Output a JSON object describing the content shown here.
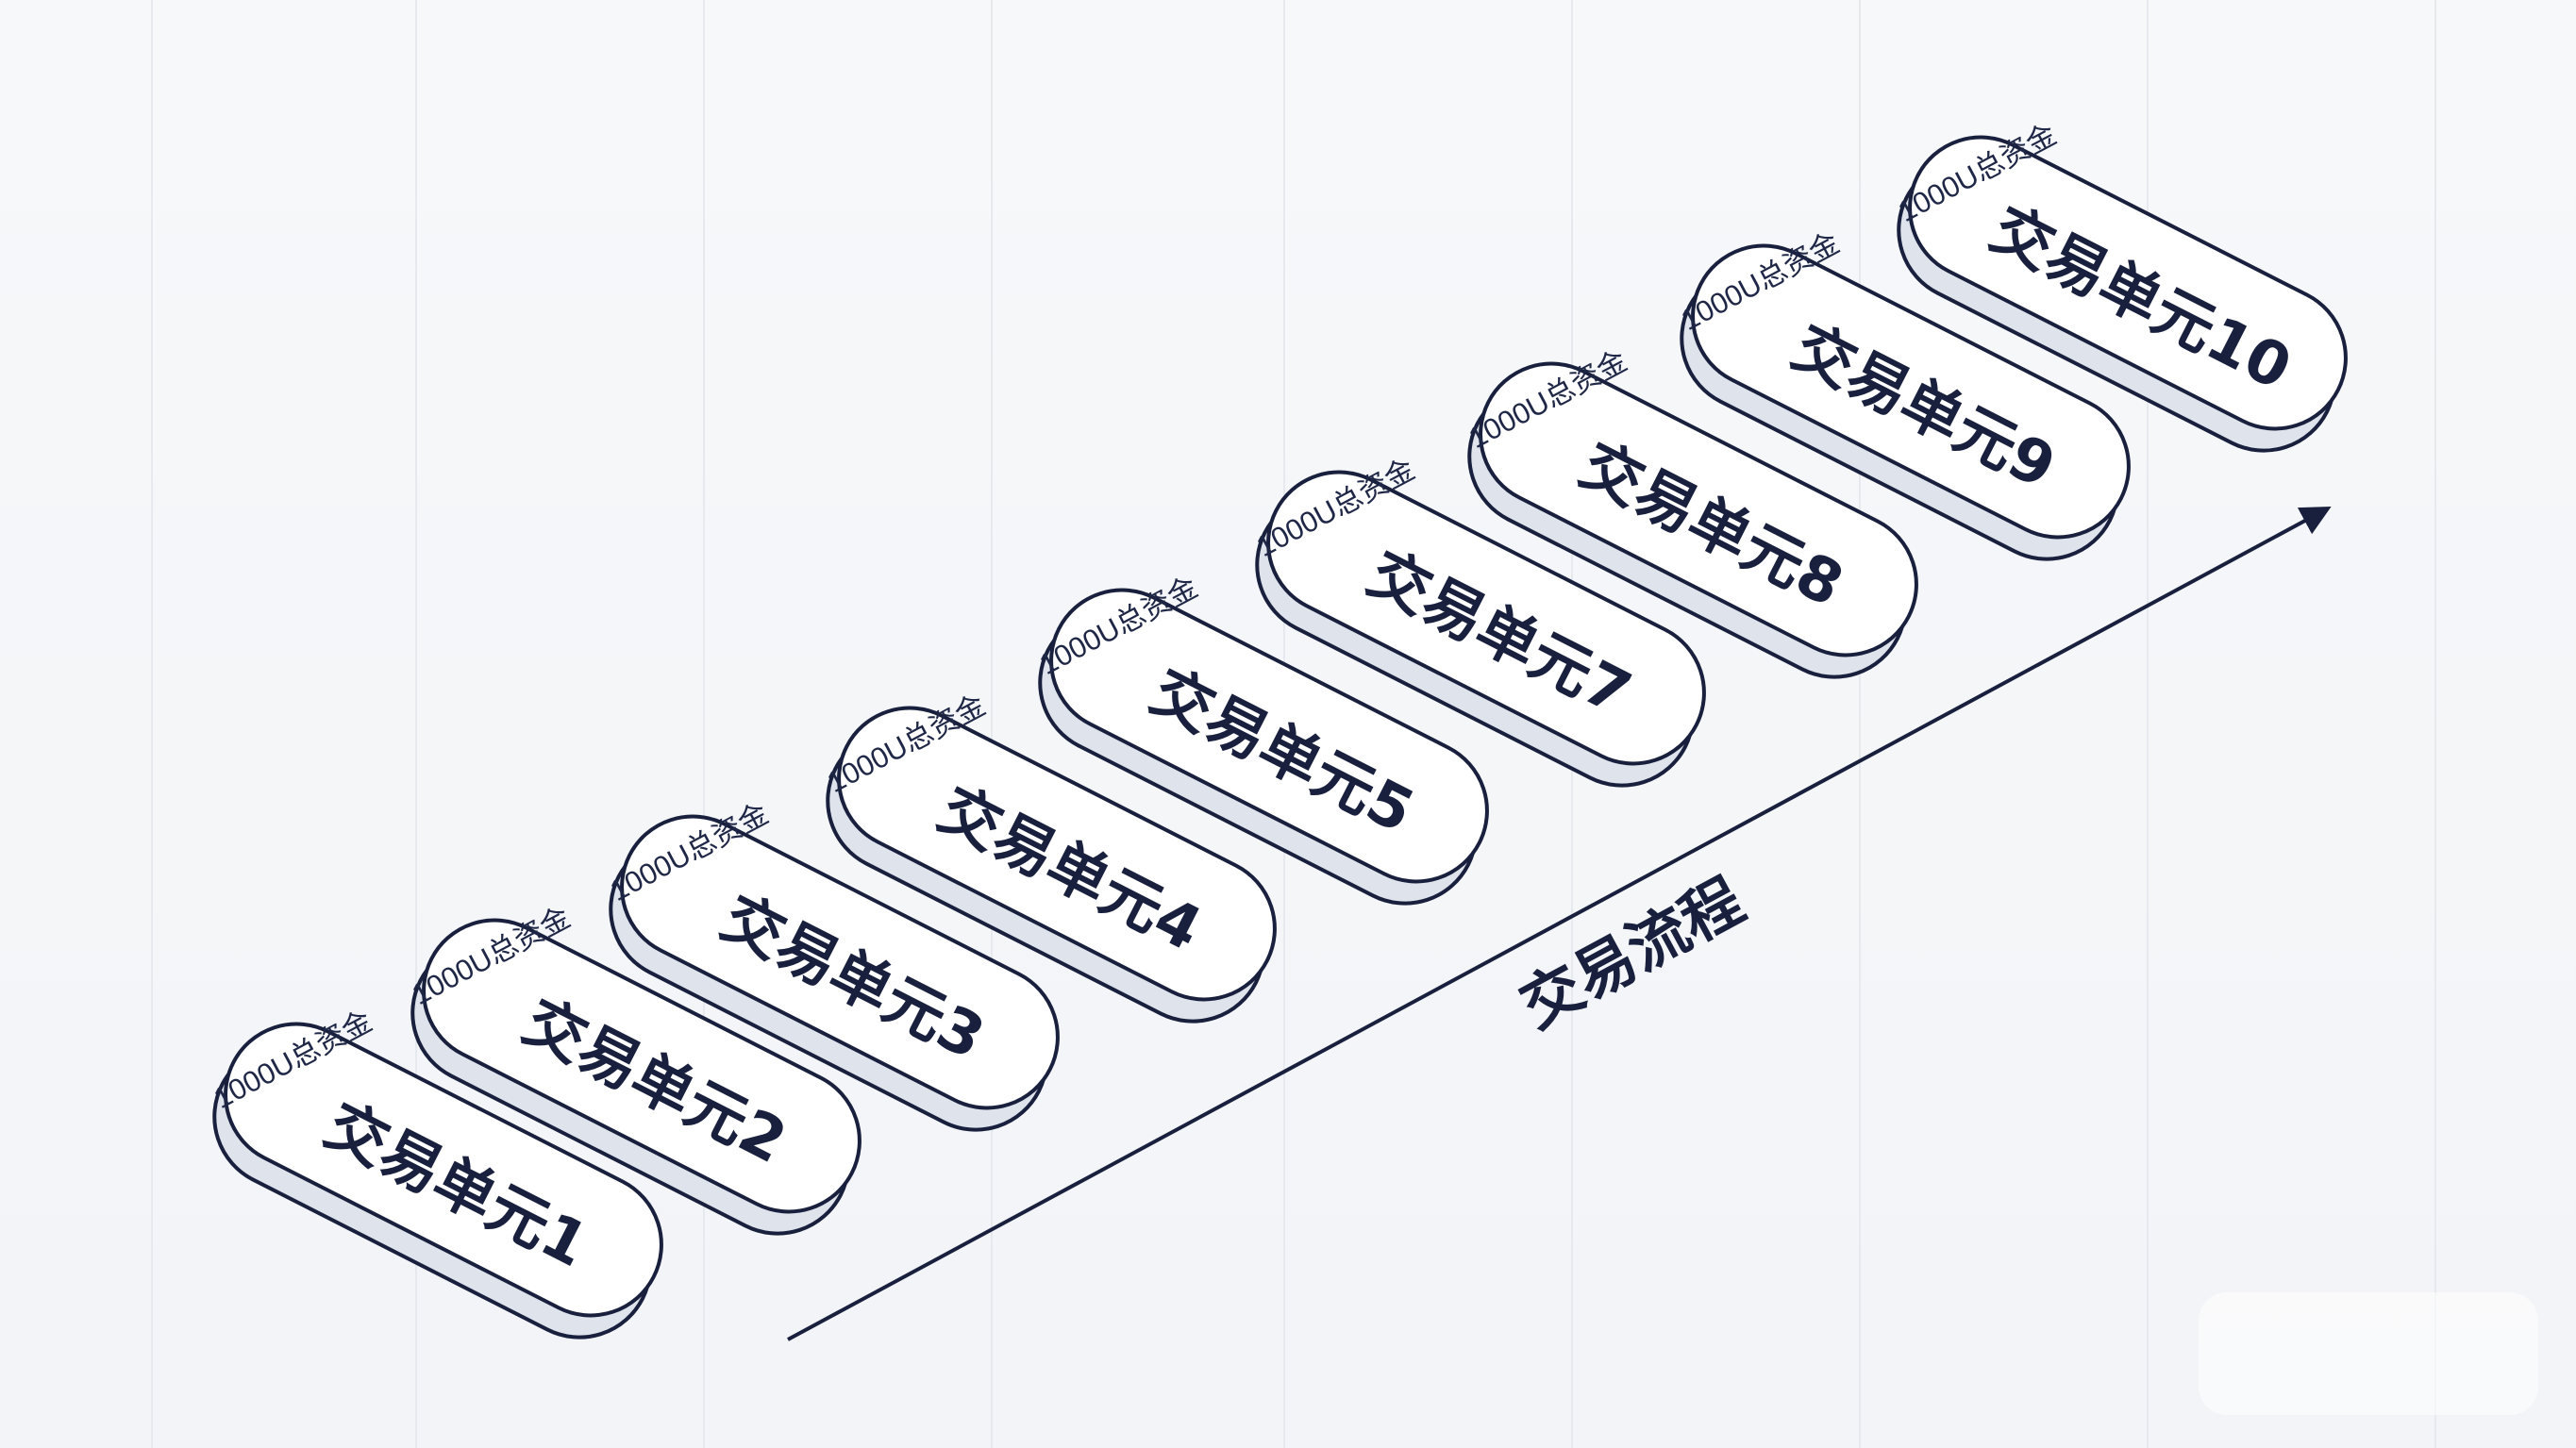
{
  "flow_label": "交易流程",
  "units": [
    {
      "title": "交易单元1",
      "fund": "1000U总资金"
    },
    {
      "title": "交易单元2",
      "fund": "1000U总资金"
    },
    {
      "title": "交易单元3",
      "fund": "1000U总资金"
    },
    {
      "title": "交易单元4",
      "fund": "1000U总资金"
    },
    {
      "title": "交易单元5",
      "fund": "1000U总资金"
    },
    {
      "title": "交易单元7",
      "fund": "1000U总资金"
    },
    {
      "title": "交易单元8",
      "fund": "1000U总资金"
    },
    {
      "title": "交易单元9",
      "fund": "1000U总资金"
    },
    {
      "title": "交易单元10",
      "fund": "1000U总资金"
    }
  ],
  "colors": {
    "outline": "#18203d",
    "card_top": "#ffffff",
    "card_side": "#dfe3ec",
    "arrow": "#18203d"
  }
}
